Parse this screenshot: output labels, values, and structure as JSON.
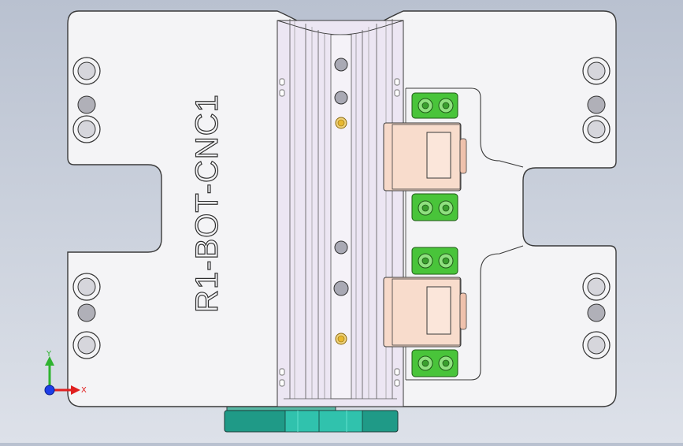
{
  "viewport": {
    "part_engraving": "R1-BOT-CNC1",
    "colors": {
      "background_top": "#b9c1d0",
      "background_bottom": "#dde1e9",
      "plate": "#f4f4f6",
      "outline": "#3a3a3a",
      "rail_lilac": "#ece6f3",
      "clamp_body": "#f7d9c9",
      "clamp_block": "#49c43a",
      "base_plate": "#1f9a87",
      "brass": "#e8b830"
    }
  },
  "triad": {
    "x_label": "X",
    "y_label": "Y",
    "icons": {
      "x_axis": "x-axis-arrow-icon",
      "y_axis": "y-axis-arrow-icon",
      "z_axis": "z-axis-dot-icon"
    }
  }
}
